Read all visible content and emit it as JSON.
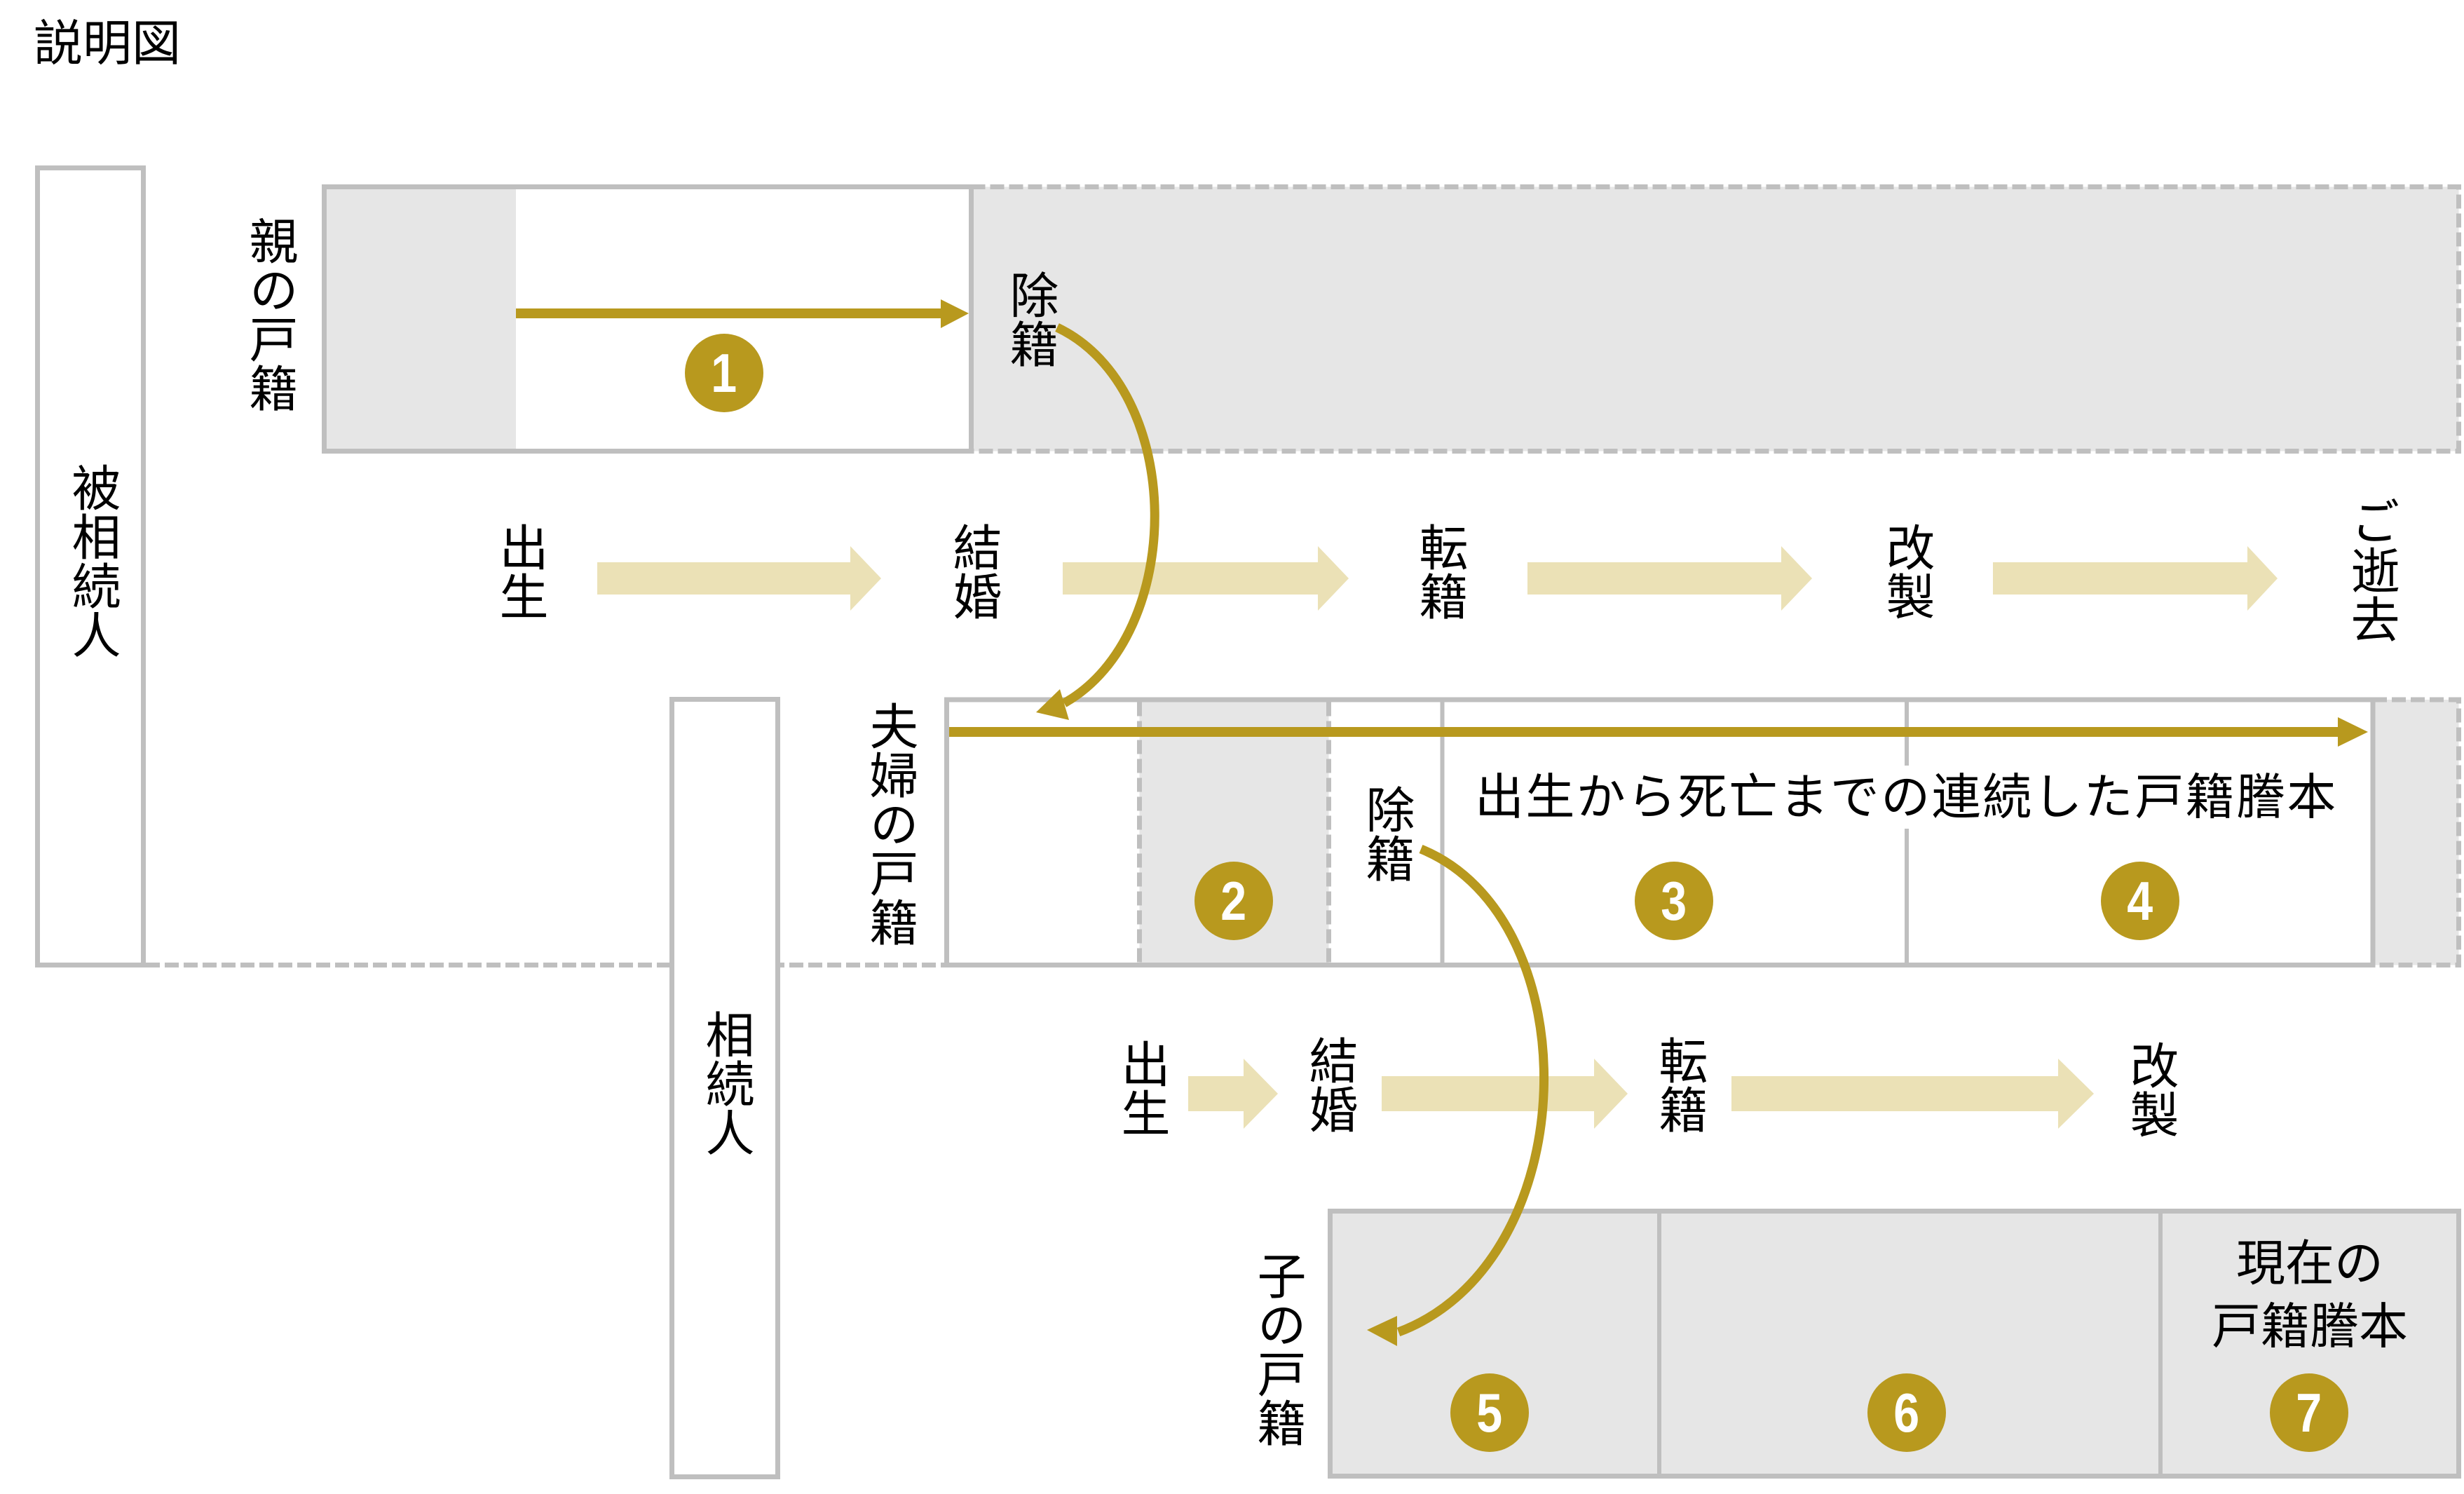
{
  "title": "説明図",
  "people": {
    "deceased": "被相続人",
    "heir": "相続人"
  },
  "registers": {
    "parent": {
      "label": "親の戸籍",
      "removal": "除籍",
      "badge": "1"
    },
    "couple": {
      "label": "夫婦の戸籍",
      "removal": "除籍",
      "caption": "出生から死亡までの連続した戸籍謄本",
      "badges": [
        "2",
        "3",
        "4"
      ]
    },
    "child": {
      "label": "子の戸籍",
      "caption_line1": "現在の",
      "caption_line2": "戸籍謄本",
      "badges": [
        "5",
        "6",
        "7"
      ]
    }
  },
  "timelines": {
    "deceased": [
      "出生",
      "結婚",
      "転籍",
      "改製",
      "ご逝去"
    ],
    "heir": [
      "出生",
      "結婚",
      "転籍",
      "改製"
    ]
  },
  "colors": {
    "accent": "#B8991E",
    "flow_arrow": "#EBE1B6",
    "border": "#BFBFBF",
    "fill": "#E6E6E6",
    "text": "#000000"
  }
}
